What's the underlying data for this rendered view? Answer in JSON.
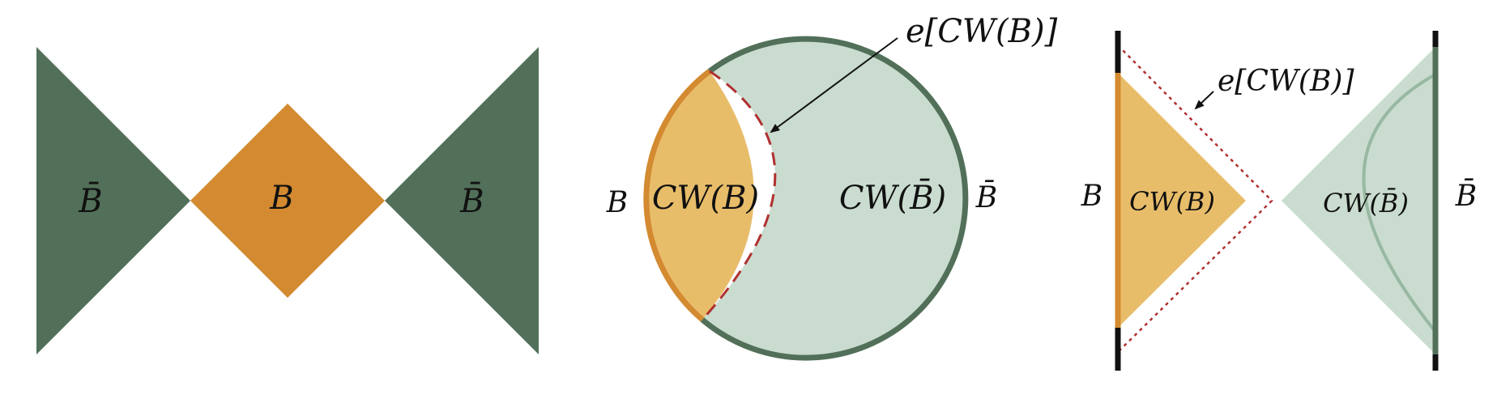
{
  "colors": {
    "dark_green": "#527059",
    "light_green": "#c9dccf",
    "orange": "#d38a30",
    "light_orange": "#e8bd6a",
    "red_dashed": "#b03030",
    "black": "#111111"
  },
  "panel_left": {
    "left_region": "B̄",
    "center_region": "B",
    "right_region": "B̄"
  },
  "panel_middle": {
    "boundary_left": "B",
    "region_left": "CW(B)",
    "region_right": "CW(B̄)",
    "boundary_right": "B̄",
    "annotation": "e[CW(B)]"
  },
  "panel_right": {
    "boundary_left": "B",
    "region_left": "CW(B)",
    "region_right": "CW(B̄)",
    "boundary_right": "B̄",
    "annotation": "e[CW(B)]"
  }
}
